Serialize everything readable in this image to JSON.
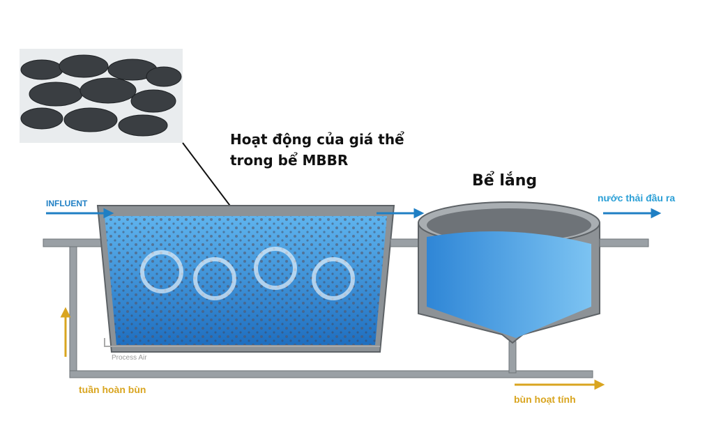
{
  "labels": {
    "callout_line1": "Hoạt động của giá thể",
    "callout_line2": "trong bể MBBR",
    "clarifier": "Bể lắng",
    "influent": "INFLUENT",
    "effluent": "nước thải đầu ra",
    "sludge_recycle": "tuần hoàn bùn",
    "activated_sludge": "bùn hoạt tính",
    "process_air": "Process Air"
  },
  "colors": {
    "flow_arrow": "#1f7fc4",
    "sludge_arrow": "#d9a520",
    "water": "#3d9be0",
    "pipe": "#8a8f94"
  }
}
